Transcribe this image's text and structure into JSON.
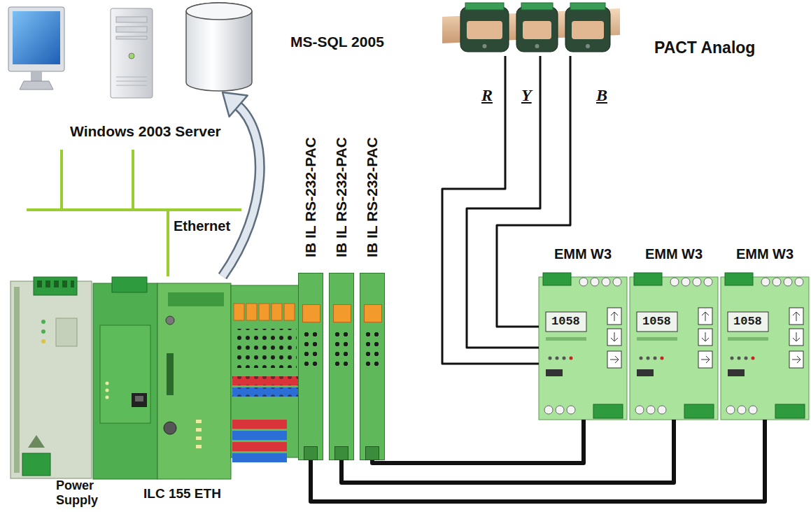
{
  "diagram": {
    "nodes": [
      {
        "text": [
          "Windows 2003 Server"
        ]
      },
      {
        "text": [
          "MS-SQL 2005"
        ]
      },
      {
        "text": [
          "R"
        ]
      },
      {
        "text": [
          "Y"
        ]
      },
      {
        "text": [
          "B"
        ]
      },
      {
        "text": [
          "Power Supply"
        ]
      },
      {
        "text": [
          "ILC 155 ETH"
        ]
      },
      {
        "text": [
          "IB IL RS-232-PAC"
        ]
      },
      {
        "text": [
          "IB IL RS-232-PAC"
        ]
      },
      {
        "text": [
          "IB IL RS-232-PAC"
        ]
      },
      {
        "text": [
          "EMM W3"
        ]
      },
      {
        "text": [
          "EMM W3"
        ]
      },
      {
        "text": [
          "EMM W3"
        ]
      }
    ],
    "edges": [
      {
        "from": 0,
        "to": 6,
        "arrow": "none",
        "label": "Ethernet"
      },
      {
        "from": 6,
        "to": 1,
        "arrow": "to"
      },
      {
        "from": 2,
        "to": 10,
        "arrow": "none"
      },
      {
        "from": 3,
        "to": 10,
        "arrow": "none"
      },
      {
        "from": 4,
        "to": 10,
        "arrow": "none"
      },
      {
        "from": 7,
        "to": 12,
        "arrow": "none"
      },
      {
        "from": 8,
        "to": 11,
        "arrow": "none"
      },
      {
        "from": 9,
        "to": 10,
        "arrow": "none"
      }
    ],
    "labels": [
      "PACT Analog",
      "1058",
      "1058",
      "1058"
    ]
  }
}
